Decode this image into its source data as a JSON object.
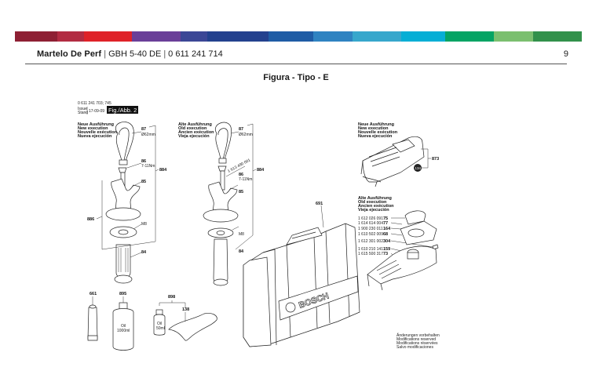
{
  "header": {
    "colorbar": [
      "#8e2034",
      "#b22c42",
      "#df2228",
      "#6a3f98",
      "#3b4796",
      "#23418e",
      "#1f5ca5",
      "#2f83c1",
      "#37a7cc",
      "#06aed5",
      "#05a464",
      "#7bbf6f",
      "#32914b"
    ],
    "title": "Martelo De Perf",
    "model": "GBH 5-40 DE",
    "part_number": "0 611 241 714",
    "separator": "|",
    "page_number": "9"
  },
  "figure": {
    "caption": "Figura - Tipo - E",
    "sheet": {
      "ref": "0 611 241 703; 745",
      "issue_label": "Issue\nStand",
      "issue_label_1": "Issue",
      "issue_label_2": "Stand",
      "date": "17-09-09",
      "fig_tag": "Fig./Abb. 2"
    },
    "new_execution": [
      "Neue Ausführung",
      "New execution",
      "Nouvelle exécution",
      "Nueva ejecución"
    ],
    "old_execution": [
      "Alte Ausführung",
      "Old execution",
      "Ancien exécution",
      "Vieja ejecución"
    ],
    "left_handle": {
      "labels": [
        "87",
        "Ø62mm",
        "86",
        "7-11Nm",
        "884",
        "85",
        "886",
        "M8",
        "84"
      ]
    },
    "middle_handle": {
      "labels": [
        "87",
        "Ø62mm",
        "1 613 480 001",
        "86",
        "7-11Nm",
        "884",
        "85",
        "M8",
        "84"
      ]
    },
    "case": {
      "label": "691",
      "brand": "BOSCH"
    },
    "accessories": {
      "tube": "661",
      "bottle": "895",
      "bottle_text": [
        "Oil",
        "1000ml"
      ],
      "kit": "898",
      "small_bottle_text": [
        "Oil",
        "50ml"
      ],
      "cloth": "138"
    },
    "cover_new": {
      "label": "873",
      "badge": "134"
    },
    "cover_old": {
      "parts": [
        {
          "number": "1 612 026 091",
          "ref": "75"
        },
        {
          "number": "1 614 614 004",
          "ref": "77"
        },
        {
          "number": "1 900 230 011",
          "ref": "164"
        },
        {
          "number": "1 610 502 009",
          "ref": "68"
        },
        {
          "number": "1 612 301 002",
          "ref": "304"
        },
        {
          "number": "1 610 210 141",
          "ref": "159"
        },
        {
          "number": "1 615 500 317",
          "ref": "73"
        }
      ]
    },
    "footnote": [
      "Änderungen vorbehalten",
      "Modifications reserved",
      "Modifications réservées",
      "Salvo modificaciones"
    ]
  }
}
